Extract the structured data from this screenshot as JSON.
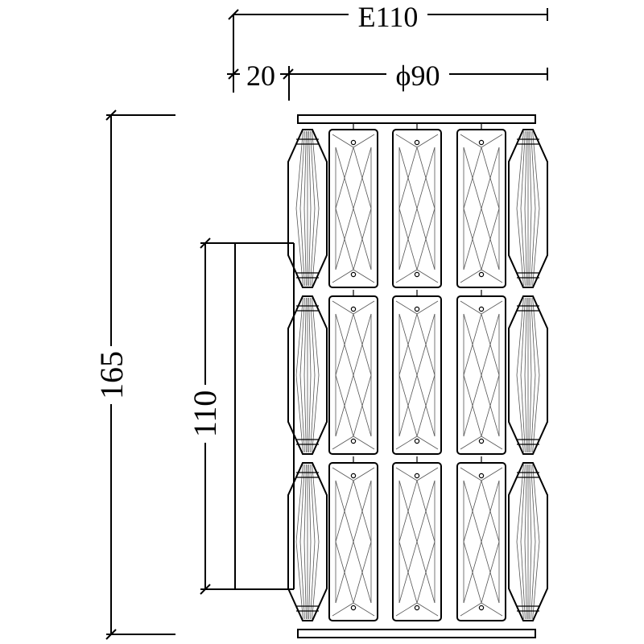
{
  "dimensions": {
    "overall_width": {
      "label": "E110"
    },
    "diameter": {
      "label": "ϕ90"
    },
    "offset": {
      "label": "20"
    },
    "overall_height": {
      "label": "165"
    },
    "body_height": {
      "label": "110"
    }
  },
  "fixture": {
    "crystal_rows": 3,
    "flat_crystals_per_row": 3,
    "side_crystals_per_row": 2
  }
}
